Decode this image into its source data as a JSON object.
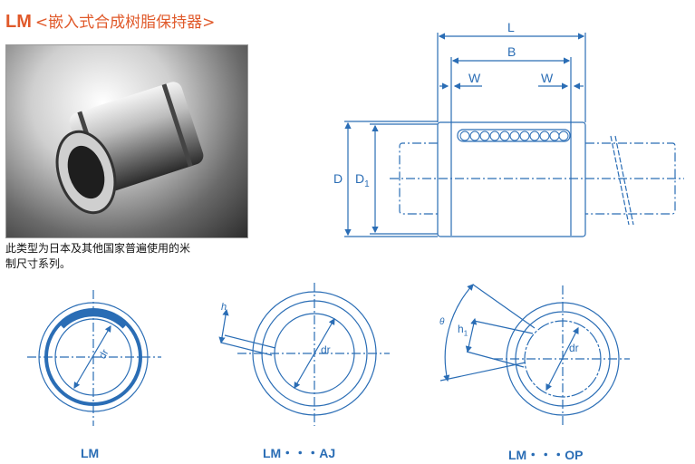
{
  "header": {
    "code": "LM",
    "subtitle": "<嵌入式合成树脂保持器>"
  },
  "description": [
    "此类型为日本及其他国家普遍使用的米",
    "制尺寸系列。"
  ],
  "dimension_labels": {
    "L": "L",
    "B": "B",
    "W": "W",
    "D": "D",
    "D1": "D",
    "D1_sub": "1",
    "dr": "dr",
    "h": "h",
    "h1": "h",
    "h1_sub": "1",
    "theta": "θ"
  },
  "variants": [
    "LM",
    "LM・・・AJ",
    "LM・・・OP"
  ],
  "colors": {
    "title": "#e0592a",
    "line": "#2a6db5"
  }
}
